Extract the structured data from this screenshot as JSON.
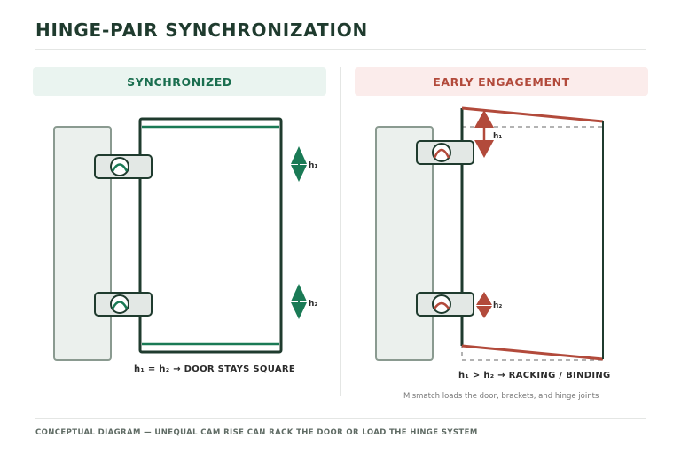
{
  "title": "HINGE-PAIR SYNCHRONIZATION",
  "panels": {
    "left": {
      "label": "SYNCHRONIZED",
      "h1_label": "h₁",
      "h2_label": "h₂",
      "caption": "h₁ = h₂ → DOOR STAYS SQUARE"
    },
    "right": {
      "label": "EARLY ENGAGEMENT",
      "h1_label": "h₁",
      "h2_label": "h₂",
      "caption": "h₁ > h₂ → RACKING / BINDING",
      "note": "Mismatch loads the door, brackets, and hinge joints"
    }
  },
  "footer": "CONCEPTUAL DIAGRAM — UNEQUAL CAM RISE CAN RACK THE DOOR OR LOAD THE HINGE SYSTEM",
  "colors": {
    "dark_green": "#1f3b2e",
    "accent_green": "#1a7a55",
    "accent_red": "#b24a3b",
    "frame_fill": "#ebf0ed",
    "frame_stroke": "#8a9a90",
    "bracket_fill": "#e3e8e5"
  }
}
